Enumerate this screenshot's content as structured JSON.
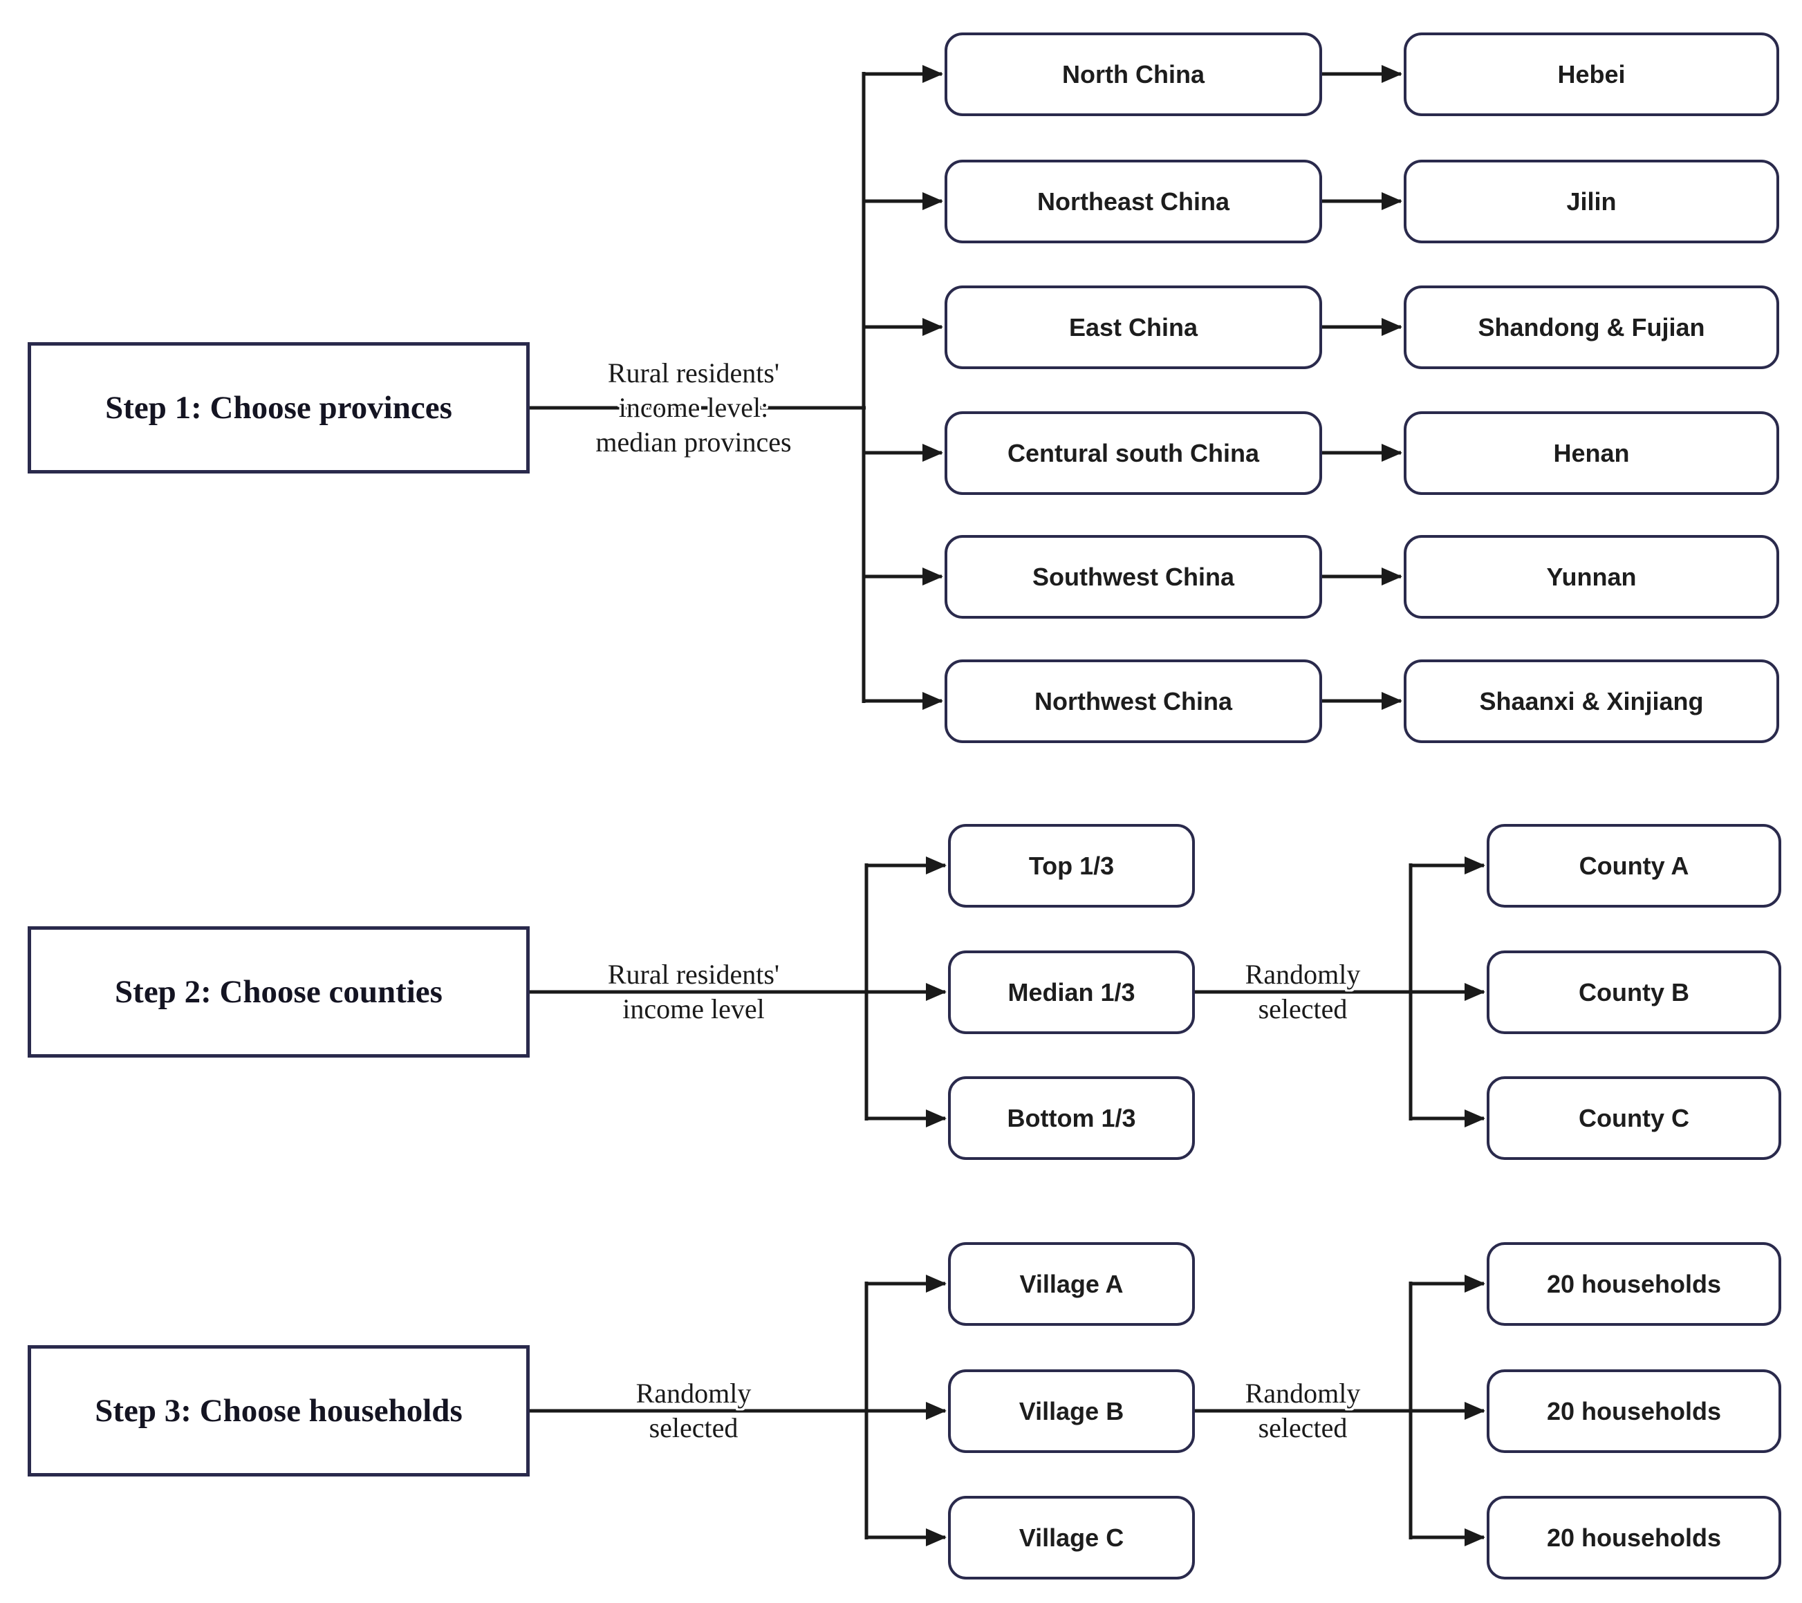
{
  "colors": {
    "border": "#2a2a4c",
    "line": "#1a1a1a",
    "text": "#1d1d1d"
  },
  "steps": [
    {
      "title": "Step 1: Choose provinces",
      "connector_label": "Rural residents'\nincome level:\nmedian provinces",
      "rows": [
        {
          "region": "North China",
          "province": "Hebei"
        },
        {
          "region": "Northeast China",
          "province": "Jilin"
        },
        {
          "region": "East China",
          "province": "Shandong & Fujian"
        },
        {
          "region": "Centural south China",
          "province": "Henan"
        },
        {
          "region": "Southwest China",
          "province": "Yunnan"
        },
        {
          "region": "Northwest China",
          "province": "Shaanxi & Xinjiang"
        }
      ]
    },
    {
      "title": "Step 2: Choose counties",
      "connector_label": "Rural residents'\nincome level",
      "selection_label": "Randomly\nselected",
      "tiers": [
        "Top 1/3",
        "Median 1/3",
        "Bottom 1/3"
      ],
      "counties": [
        "County A",
        "County B",
        "County C"
      ]
    },
    {
      "title": "Step 3: Choose households",
      "connector_label": "Randomly\nselected",
      "selection_label": "Randomly\nselected",
      "villages": [
        "Village A",
        "Village B",
        "Village C"
      ],
      "households": [
        "20 households",
        "20 households",
        "20 households"
      ]
    }
  ]
}
